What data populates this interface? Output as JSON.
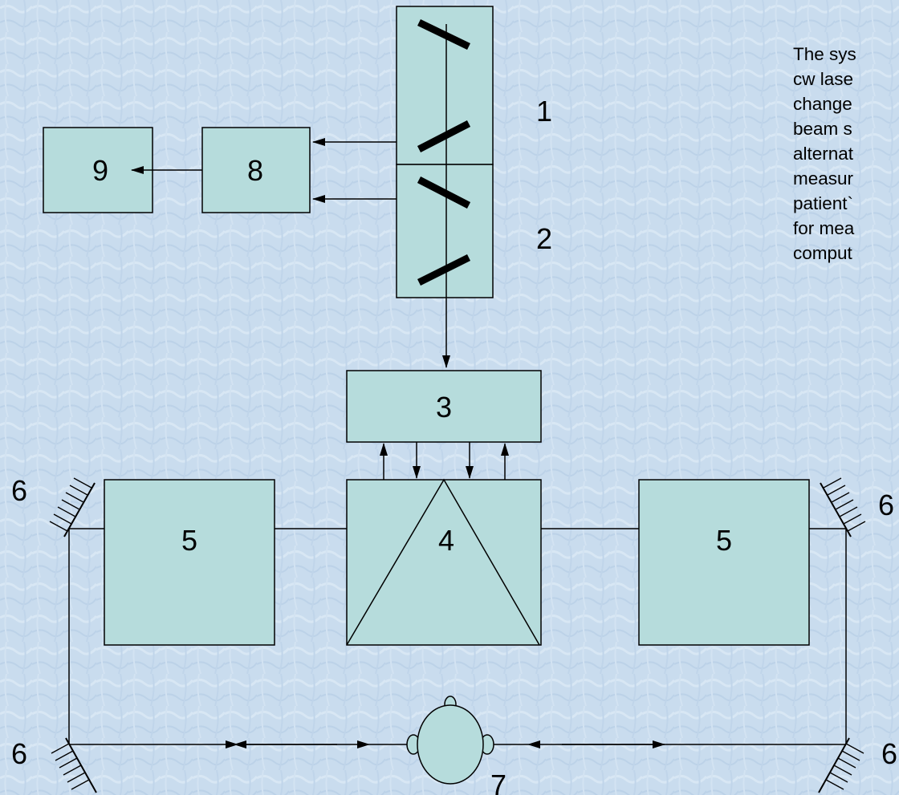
{
  "colors": {
    "background": "#c9dcee",
    "box_fill": "#b6dcdc",
    "stroke": "#000000"
  },
  "labels": {
    "mirrors_1": "1",
    "mirrors_2": "2",
    "block_3": "3",
    "block_4": "4",
    "block_5_left": "5",
    "block_5_right": "5",
    "mirror_6_top_left": "6",
    "mirror_6_bottom_left": "6",
    "mirror_6_top_right": "6",
    "mirror_6_bottom_right": "6",
    "patient_7": "7",
    "block_8": "8",
    "block_9": "9"
  },
  "description": {
    "lines": [
      "The sys",
      "cw lase",
      "change",
      "beam s",
      "alternat",
      "measur",
      "patient`",
      "for mea",
      "comput"
    ]
  }
}
